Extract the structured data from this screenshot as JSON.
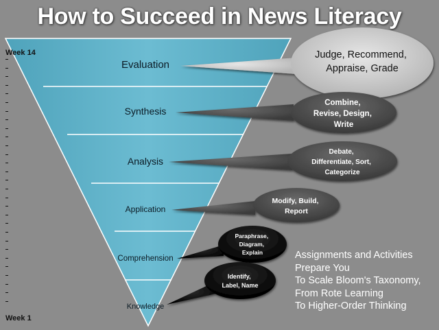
{
  "title": "How to Succeed in News Literacy",
  "weeks": {
    "top": "Week 14",
    "bottom": "Week 1"
  },
  "levels": [
    {
      "label": "Evaluation",
      "verbs": [
        "Judge, Recommend,",
        "Appraise, Grade"
      ]
    },
    {
      "label": "Synthesis",
      "verbs": [
        "Combine,",
        "Revise, Design,",
        "Write"
      ]
    },
    {
      "label": "Analysis",
      "verbs": [
        "Debate,",
        "Differentiate, Sort,",
        "Categorize"
      ]
    },
    {
      "label": "Application",
      "verbs": [
        "Modify, Build,",
        "Report"
      ]
    },
    {
      "label": "Comprehension",
      "verbs": [
        "Paraphrase,",
        "Diagram,",
        "Explain"
      ]
    },
    {
      "label": "Knowledge",
      "verbs": [
        "Identify,",
        "Label, Name"
      ]
    }
  ],
  "caption": [
    "Assignments and Activities",
    "Prepare You",
    "To Scale Bloom's Taxonomy,",
    "From Rote Learning",
    "To Higher-Order Thinking"
  ],
  "colors": {
    "background": "#8c8c8c",
    "pyramid": "#5fb3cb",
    "pyramid_lines": "#ffffff",
    "bubble_light": "#d0d0d0",
    "bubble_mid": "#555555",
    "bubble_dark": "#161616",
    "title": "#ffffff"
  }
}
